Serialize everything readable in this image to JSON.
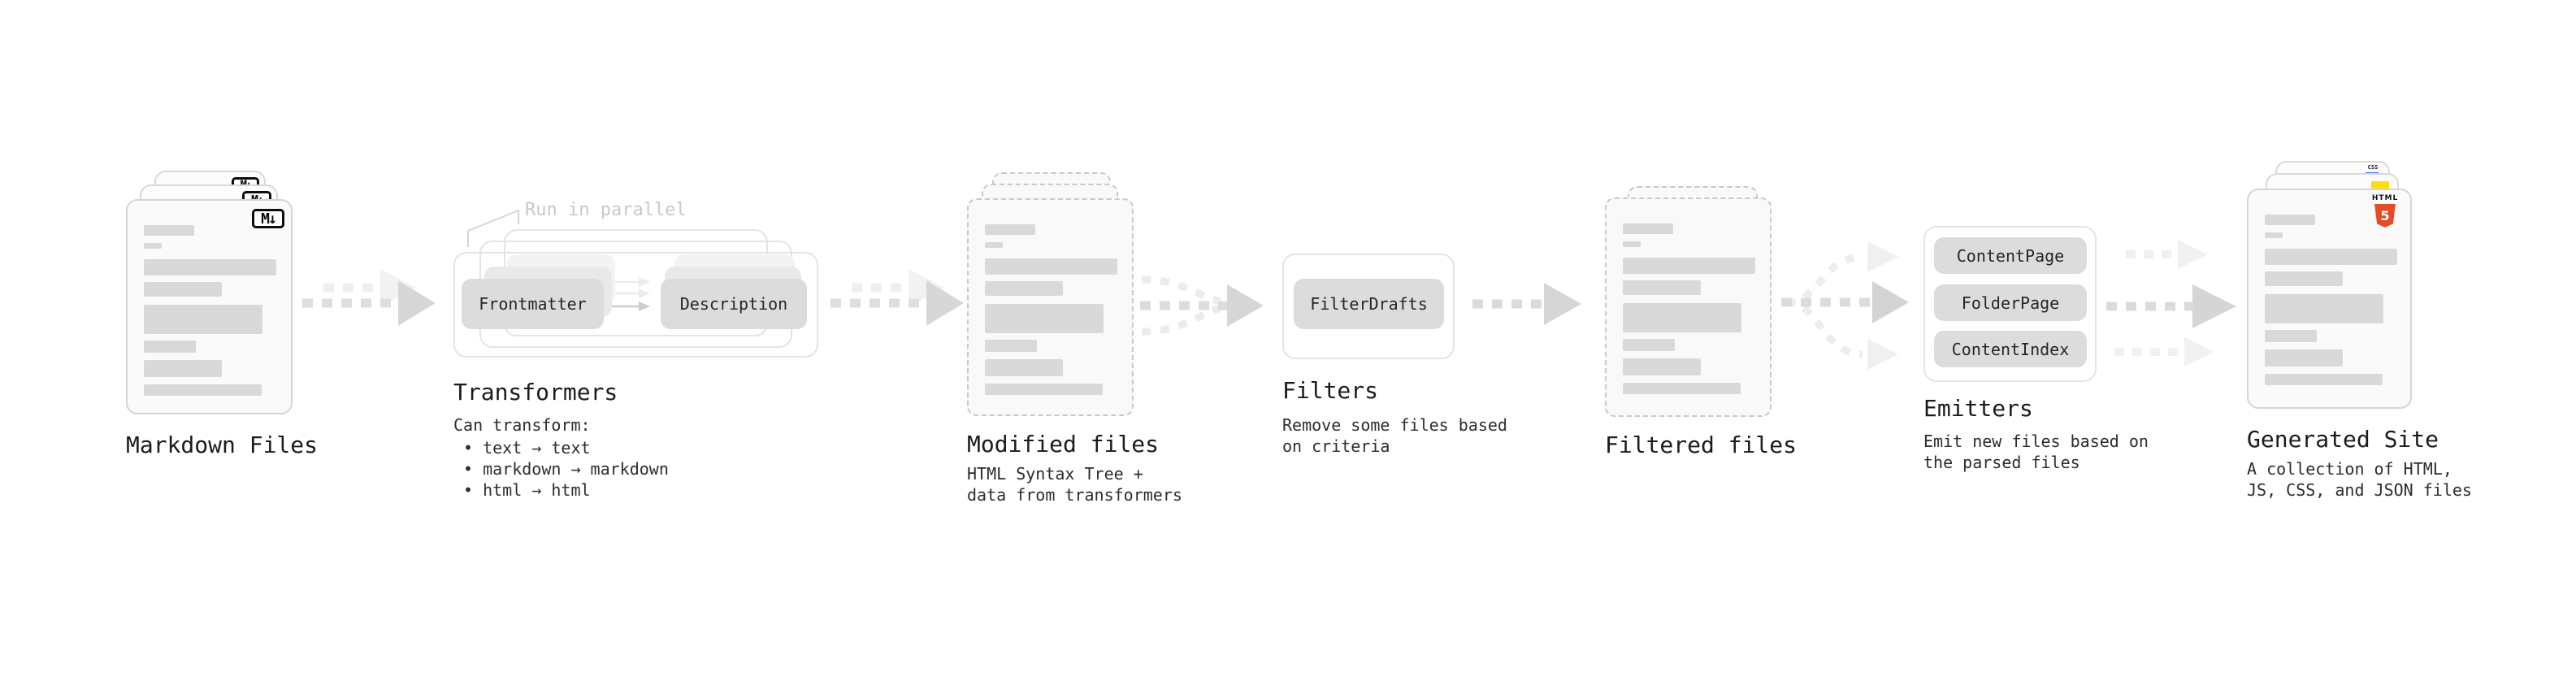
{
  "colors": {
    "html5_orange": "#e44d26",
    "js_yellow": "#ffdf00",
    "css_blue": "#2e6bf0",
    "placeholder_gray": "#d9d9d9",
    "arrow_gray": "#d6d6d6"
  },
  "stages": {
    "markdown": {
      "label": "Markdown Files",
      "badge": "M↓"
    },
    "transformers": {
      "label": "Transformers",
      "annotation": "Run in parallel",
      "pill_left": "Frontmatter",
      "pill_right": "Description",
      "desc_title": "Can transform:",
      "bullets": [
        "• text → text",
        "• markdown → markdown",
        "• html → html"
      ]
    },
    "modified": {
      "label": "Modified files",
      "desc": [
        "HTML Syntax Tree +",
        "data from transformers"
      ]
    },
    "filters": {
      "label": "Filters",
      "pill": "FilterDrafts",
      "desc": [
        "Remove some files based",
        "on criteria"
      ]
    },
    "filtered": {
      "label": "Filtered files"
    },
    "emitters": {
      "label": "Emitters",
      "pills": [
        "ContentPage",
        "FolderPage",
        "ContentIndex"
      ],
      "desc": [
        "Emit new files based on",
        "the parsed files"
      ]
    },
    "generated": {
      "label": "Generated Site",
      "badge_css": "CSS",
      "badge_html": "HTML",
      "badge_html_number": "5",
      "desc": [
        "A collection of HTML,",
        "JS, CSS, and JSON files"
      ]
    }
  }
}
